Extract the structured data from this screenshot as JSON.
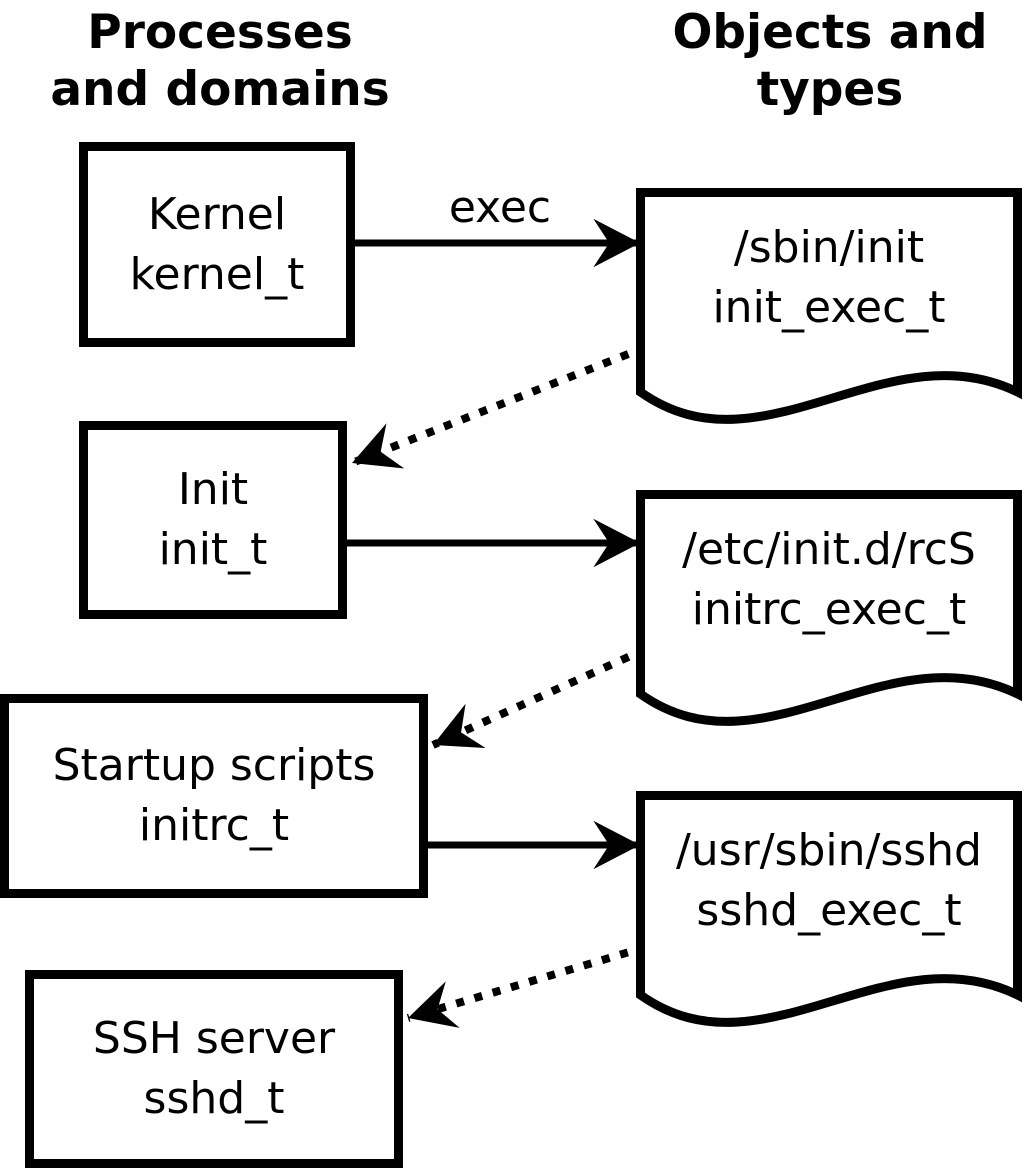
{
  "headers": {
    "left": {
      "line1": "Processes",
      "line2": "and domains"
    },
    "right": {
      "line1": "Objects and",
      "line2": "types"
    }
  },
  "processes": {
    "kernel": {
      "name": "Kernel",
      "type": "kernel_t"
    },
    "init": {
      "name": "Init",
      "type": "init_t"
    },
    "startup": {
      "name": "Startup scripts",
      "type": "initrc_t"
    },
    "sshd": {
      "name": "SSH server",
      "type": "sshd_t"
    }
  },
  "objects": {
    "init_exec": {
      "path": "/sbin/init",
      "type": "init_exec_t"
    },
    "initrc_exec": {
      "path": "/etc/init.d/rcS",
      "type": "initrc_exec_t"
    },
    "sshd_exec": {
      "path": "/usr/sbin/sshd",
      "type": "sshd_exec_t"
    }
  },
  "arrows": {
    "exec_label": "exec"
  },
  "colors": {
    "stroke": "#000000",
    "background": "#ffffff"
  }
}
